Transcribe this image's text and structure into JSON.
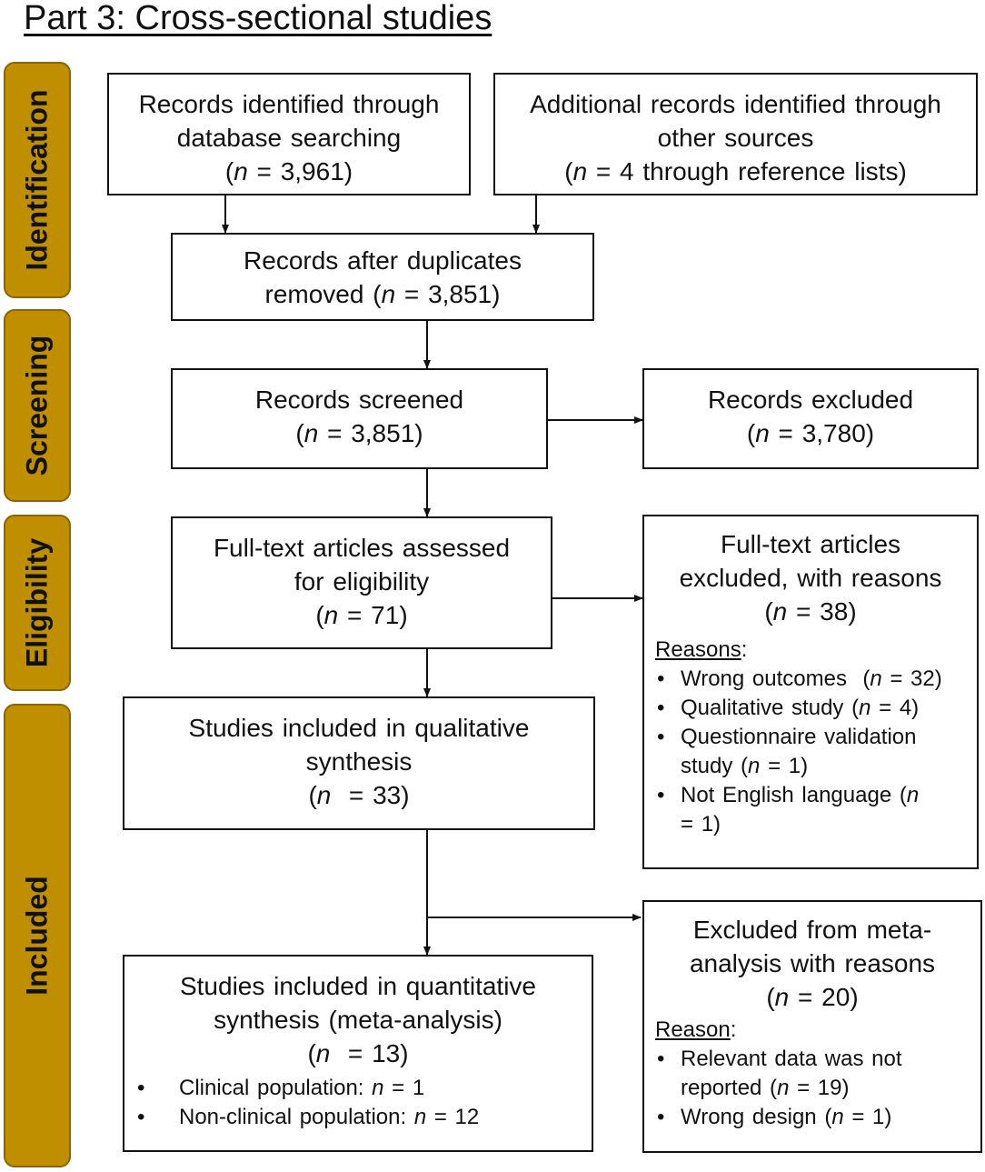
{
  "title": "Part 3: Cross-sectional studies",
  "stages": [
    "Identification",
    "Screening",
    "Eligibility",
    "Included"
  ],
  "boxes": {
    "db_search": {
      "line1": "Records identified through",
      "line2": "database searching",
      "n": "3,961"
    },
    "other_sources": {
      "line1": "Additional records identified through",
      "line2": "other sources",
      "n_text": "= 4 through reference lists"
    },
    "dedup": {
      "line1": "Records after duplicates",
      "line2": "removed",
      "n": "3,851"
    },
    "screened": {
      "line1": "Records screened",
      "n": "3,851"
    },
    "excluded": {
      "line1": "Records excluded",
      "n": "3,780"
    },
    "fulltext": {
      "line1": "Full-text articles assessed",
      "line2": "for eligibility",
      "n": "71"
    },
    "fulltext_excluded": {
      "line1": "Full-text articles",
      "line2": "excluded, with reasons",
      "n": "38",
      "reasons_label": "Reasons",
      "reasons": [
        {
          "text": "Wrong outcomes",
          "n": "32"
        },
        {
          "text": "Qualitative study",
          "n": "4"
        },
        {
          "text": "Questionnaire validation study",
          "n": "1"
        },
        {
          "text": "Not English language",
          "n": "1"
        }
      ]
    },
    "qualitative": {
      "line1": "Studies included in qualitative",
      "line2": "synthesis",
      "n": "33"
    },
    "quantitative": {
      "line1": "Studies included in quantitative",
      "line2": "synthesis (meta-analysis)",
      "n": "13",
      "items": [
        {
          "text": "Clinical population:",
          "n": "1"
        },
        {
          "text": "Non-clinical population:",
          "n": "12"
        }
      ]
    },
    "meta_excluded": {
      "line1": "Excluded from meta-",
      "line2": "analysis with reasons",
      "n": "20",
      "reasons_label": "Reason",
      "reasons": [
        {
          "text": "Relevant data was not reported",
          "n": "19"
        },
        {
          "text": "Wrong design",
          "n": "1"
        }
      ]
    }
  }
}
